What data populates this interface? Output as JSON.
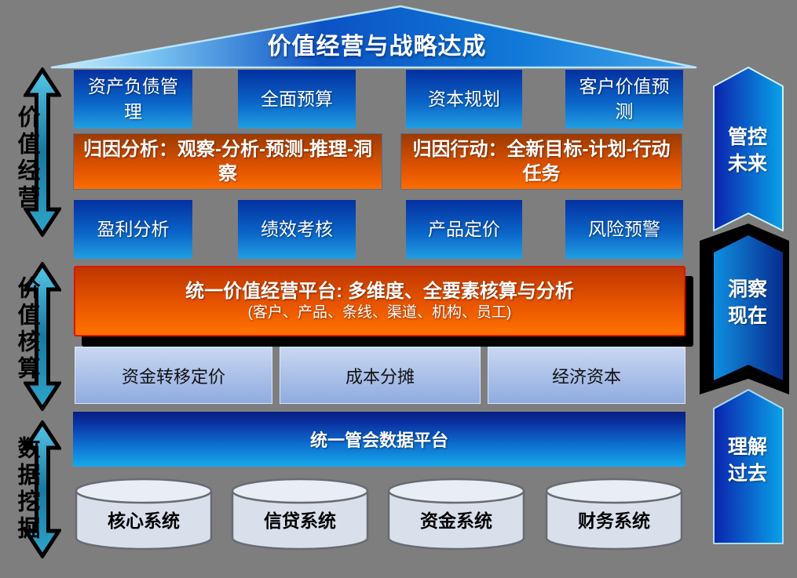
{
  "slide_title": "价值经营与战略达成",
  "left_axis": {
    "items": [
      {
        "label": "价值经营"
      },
      {
        "label": "价值核算"
      },
      {
        "label": "数据挖掘"
      }
    ]
  },
  "right_axis": {
    "items": [
      {
        "label": "管控未来"
      },
      {
        "label": "洞察现在"
      },
      {
        "label": "理解过去"
      }
    ]
  },
  "tools_row": {
    "items": [
      "资产负债管理",
      "全面预算",
      "资本规划",
      "客户价值预测"
    ]
  },
  "attribution_row": {
    "items": [
      "归因分析：观察-分析-预测-推理-洞察",
      "归因行动：全新目标-计划-行动任务"
    ]
  },
  "analysis_row": {
    "items": [
      "盈利分析",
      "绩效考核",
      "产品定价",
      "风险预警"
    ]
  },
  "platform": {
    "title": "统一价值经营平台: 多维度、全要素核算与分析",
    "subtitle": "(客户、产品、条线、渠道、机构、员工)"
  },
  "accounting_row": {
    "items": [
      "资金转移定价",
      "成本分摊",
      "经济资本"
    ]
  },
  "data_platform": {
    "label": "统一管会数据平台"
  },
  "source_systems": {
    "items": [
      "核心系统",
      "信贷系统",
      "资金系统",
      "财务系统"
    ]
  },
  "colors": {
    "background": "#7e7e7e",
    "blue_box_top": "#04309f",
    "blue_box_bottom": "#219fe2",
    "orange_box_top": "#9c3a00",
    "orange_box_bottom": "#fb6c00",
    "platform_border": "#e01300",
    "light_box": "#a9bfe8",
    "chevron_dark": "#0b23ad",
    "chevron_bright": "#0aa2e8",
    "arrow_fill": "#2d9dbd",
    "cylinder_fill": "#dbe0ec",
    "text_on_dark": "#ffffff",
    "text_on_light": "#000000"
  }
}
